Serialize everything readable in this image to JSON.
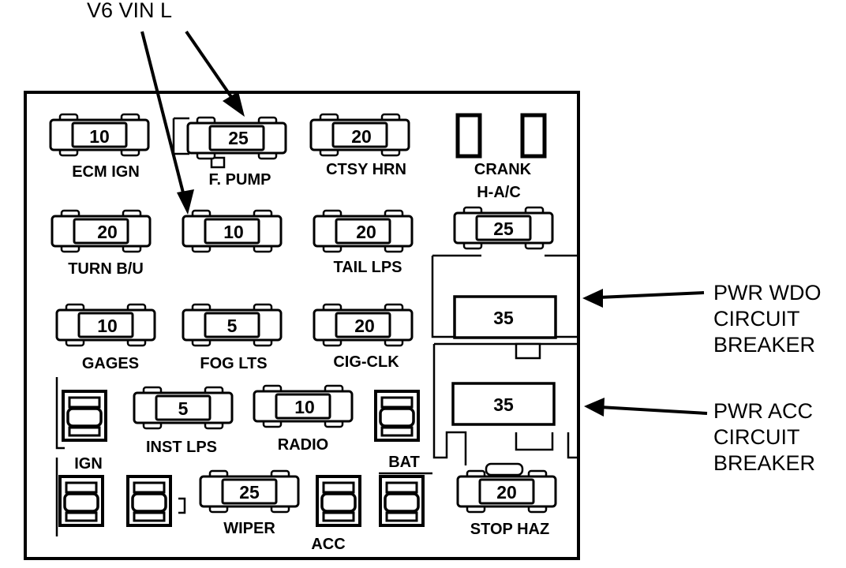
{
  "callouts": {
    "v6_vin": "V6 VIN L",
    "pwr_wdo": [
      "PWR WDO",
      "CIRCUIT",
      "BREAKER"
    ],
    "pwr_acc": [
      "PWR ACC",
      "CIRCUIT",
      "BREAKER"
    ]
  },
  "fuses": {
    "ecm_ign": {
      "value": "10",
      "label": "ECM IGN"
    },
    "f_pump": {
      "value": "25",
      "label": "F. PUMP"
    },
    "ctsy_hrn": {
      "value": "20",
      "label": "CTSY HRN"
    },
    "turn_bu": {
      "value": "20",
      "label": "TURN B/U"
    },
    "v6_fuse": {
      "value": "10"
    },
    "tail_lps": {
      "value": "20",
      "label": "TAIL LPS"
    },
    "h_ac": {
      "value": "25",
      "label": "H-A/C"
    },
    "gages": {
      "value": "10",
      "label": "GAGES"
    },
    "fog_lts": {
      "value": "5",
      "label": "FOG LTS"
    },
    "cig_clk": {
      "value": "20",
      "label": "CIG-CLK"
    },
    "inst_lps": {
      "value": "5",
      "label": "INST LPS"
    },
    "radio": {
      "value": "10",
      "label": "RADIO"
    },
    "wiper": {
      "value": "25",
      "label": "WIPER"
    },
    "stop_haz": {
      "value": "20",
      "label": "STOP HAZ"
    }
  },
  "breakers": {
    "pwr_wdo": {
      "value": "35"
    },
    "pwr_acc": {
      "value": "35"
    }
  },
  "relay_labels": {
    "crank": "CRANK",
    "ign": "IGN",
    "bat": "BAT",
    "acc": "ACC"
  }
}
